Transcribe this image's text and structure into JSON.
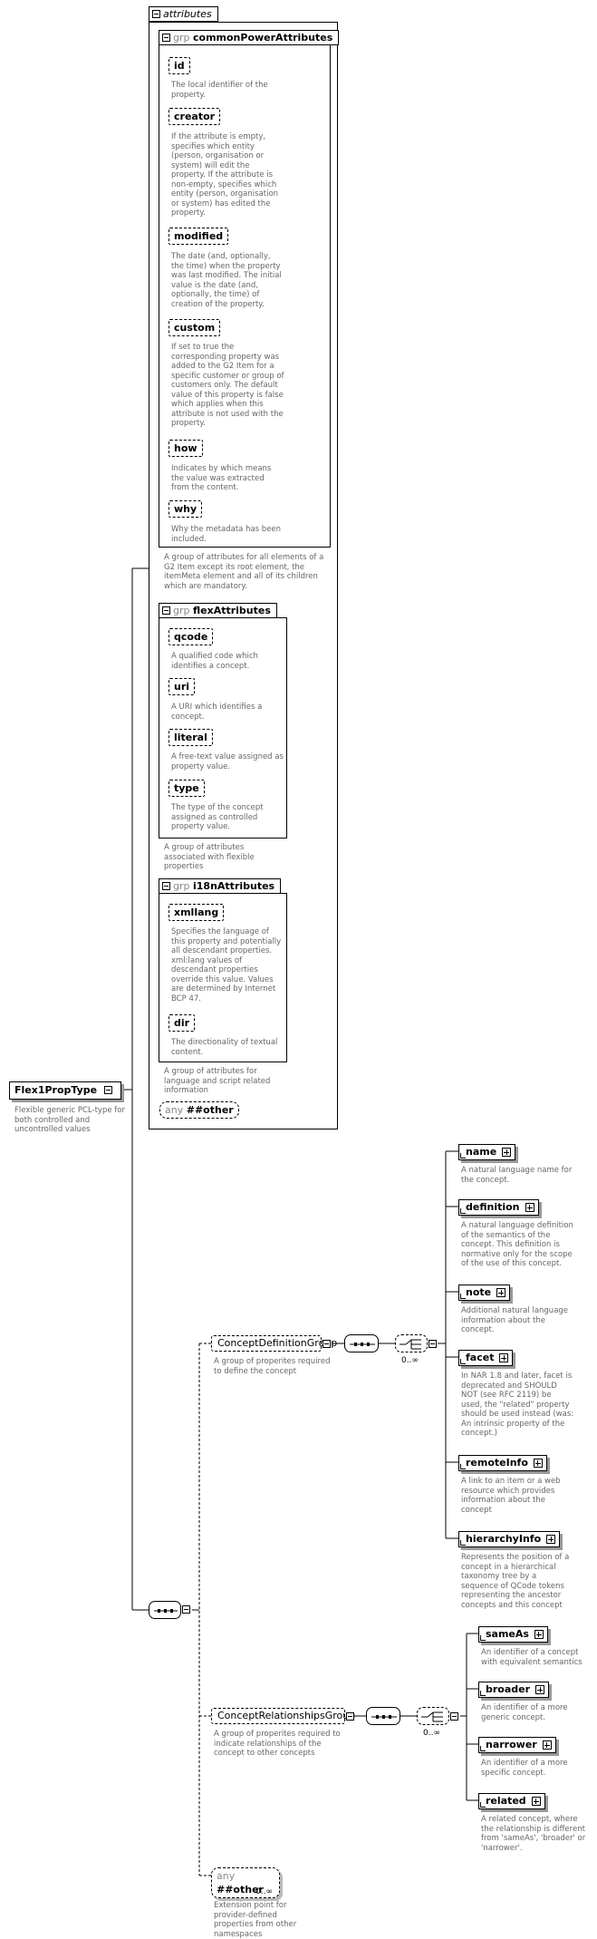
{
  "root": {
    "name": "Flex1PropType",
    "doc": "Flexible generic PCL-type for both controlled and uncontrolled values"
  },
  "attributes": {
    "title": "attributes",
    "common": {
      "grp": "grp",
      "title": "commonPowerAttributes",
      "doc": "A group of attributes for all elements of a G2 Item except its root element, the itemMeta element and all of its children which are mandatory.",
      "items": [
        {
          "name": "id",
          "doc": "The local identifier of the property."
        },
        {
          "name": "creator",
          "doc": "If the attribute is empty, specifies which entity (person, organisation or system) will edit the property. If the attribute is non-empty, specifies which entity (person, organisation or system) has edited the property."
        },
        {
          "name": "modified",
          "doc": "The date (and, optionally, the time) when the property was last modified. The initial value is the date (and, optionally, the time) of creation of the property."
        },
        {
          "name": "custom",
          "doc": "If set to true the corresponding property was added to the G2 Item for a specific customer or group of customers only. The default value of this property is false which applies when this attribute is not used with the property."
        },
        {
          "name": "how",
          "doc": "Indicates by which means the value was extracted from the content."
        },
        {
          "name": "why",
          "doc": "Why the metadata has been included."
        }
      ]
    },
    "flex": {
      "grp": "grp",
      "title": "flexAttributes",
      "doc": "A group of attributes associated with flexible properties",
      "items": [
        {
          "name": "qcode",
          "doc": "A qualified code which identifies a concept."
        },
        {
          "name": "uri",
          "doc": "A URI which identifies a concept."
        },
        {
          "name": "literal",
          "doc": "A free-text value assigned as property value."
        },
        {
          "name": "type",
          "doc": "The type of the concept assigned as controlled property value."
        }
      ]
    },
    "i18n": {
      "grp": "grp",
      "title": "i18nAttributes",
      "doc": "A group of attributes for language and script related information",
      "items": [
        {
          "name": "xmllang",
          "doc": "Specifies the language of this property and potentially all descendant properties. xml:lang values of descendant properties override this value. Values are determined by Internet BCP 47."
        },
        {
          "name": "dir",
          "doc": "The directionality of textual content."
        }
      ]
    },
    "any": {
      "prefix": "any",
      "label": "##other"
    }
  },
  "definitionGroup": {
    "name": "ConceptDefinitionGroup",
    "doc": "A group of properites required to define the concept",
    "occurs": "0..∞",
    "elements": [
      {
        "name": "name",
        "doc": "A natural language name for the concept."
      },
      {
        "name": "definition",
        "doc": "A natural language definition of the semantics of the concept. This definition is normative only for the scope of the use of this concept."
      },
      {
        "name": "note",
        "doc": "Additional natural language information about the concept."
      },
      {
        "name": "facet",
        "doc": "In NAR 1.8 and later, facet is deprecated and SHOULD NOT (see RFC 2119) be used, the \"related\" property should be used instead (was: An intrinsic property of the concept.)"
      },
      {
        "name": "remoteInfo",
        "doc": "A link to an item or a web resource which provides information about the concept"
      },
      {
        "name": "hierarchyInfo",
        "doc": "Represents the position of a concept in a hierarchical taxonomy tree by a sequence of QCode tokens representing the ancestor concepts and this concept"
      }
    ]
  },
  "relationshipsGroup": {
    "name": "ConceptRelationshipsGroup",
    "doc": "A group of properites required to indicate relationships of the concept to other concepts",
    "occurs": "0..∞",
    "elements": [
      {
        "name": "sameAs",
        "doc": "An identifier of a concept with equivalent semantics"
      },
      {
        "name": "broader",
        "doc": "An identifier of a more generic concept."
      },
      {
        "name": "narrower",
        "doc": "An identifier of a more specific concept."
      },
      {
        "name": "related",
        "doc": "A related concept, where the relationship is different from 'sameAs', 'broader' or 'narrower'."
      }
    ]
  },
  "anyOther": {
    "prefix": "any",
    "label": "##other",
    "occurs": "0..∞",
    "doc": "Extension point for provider-defined properties from other namespaces"
  }
}
